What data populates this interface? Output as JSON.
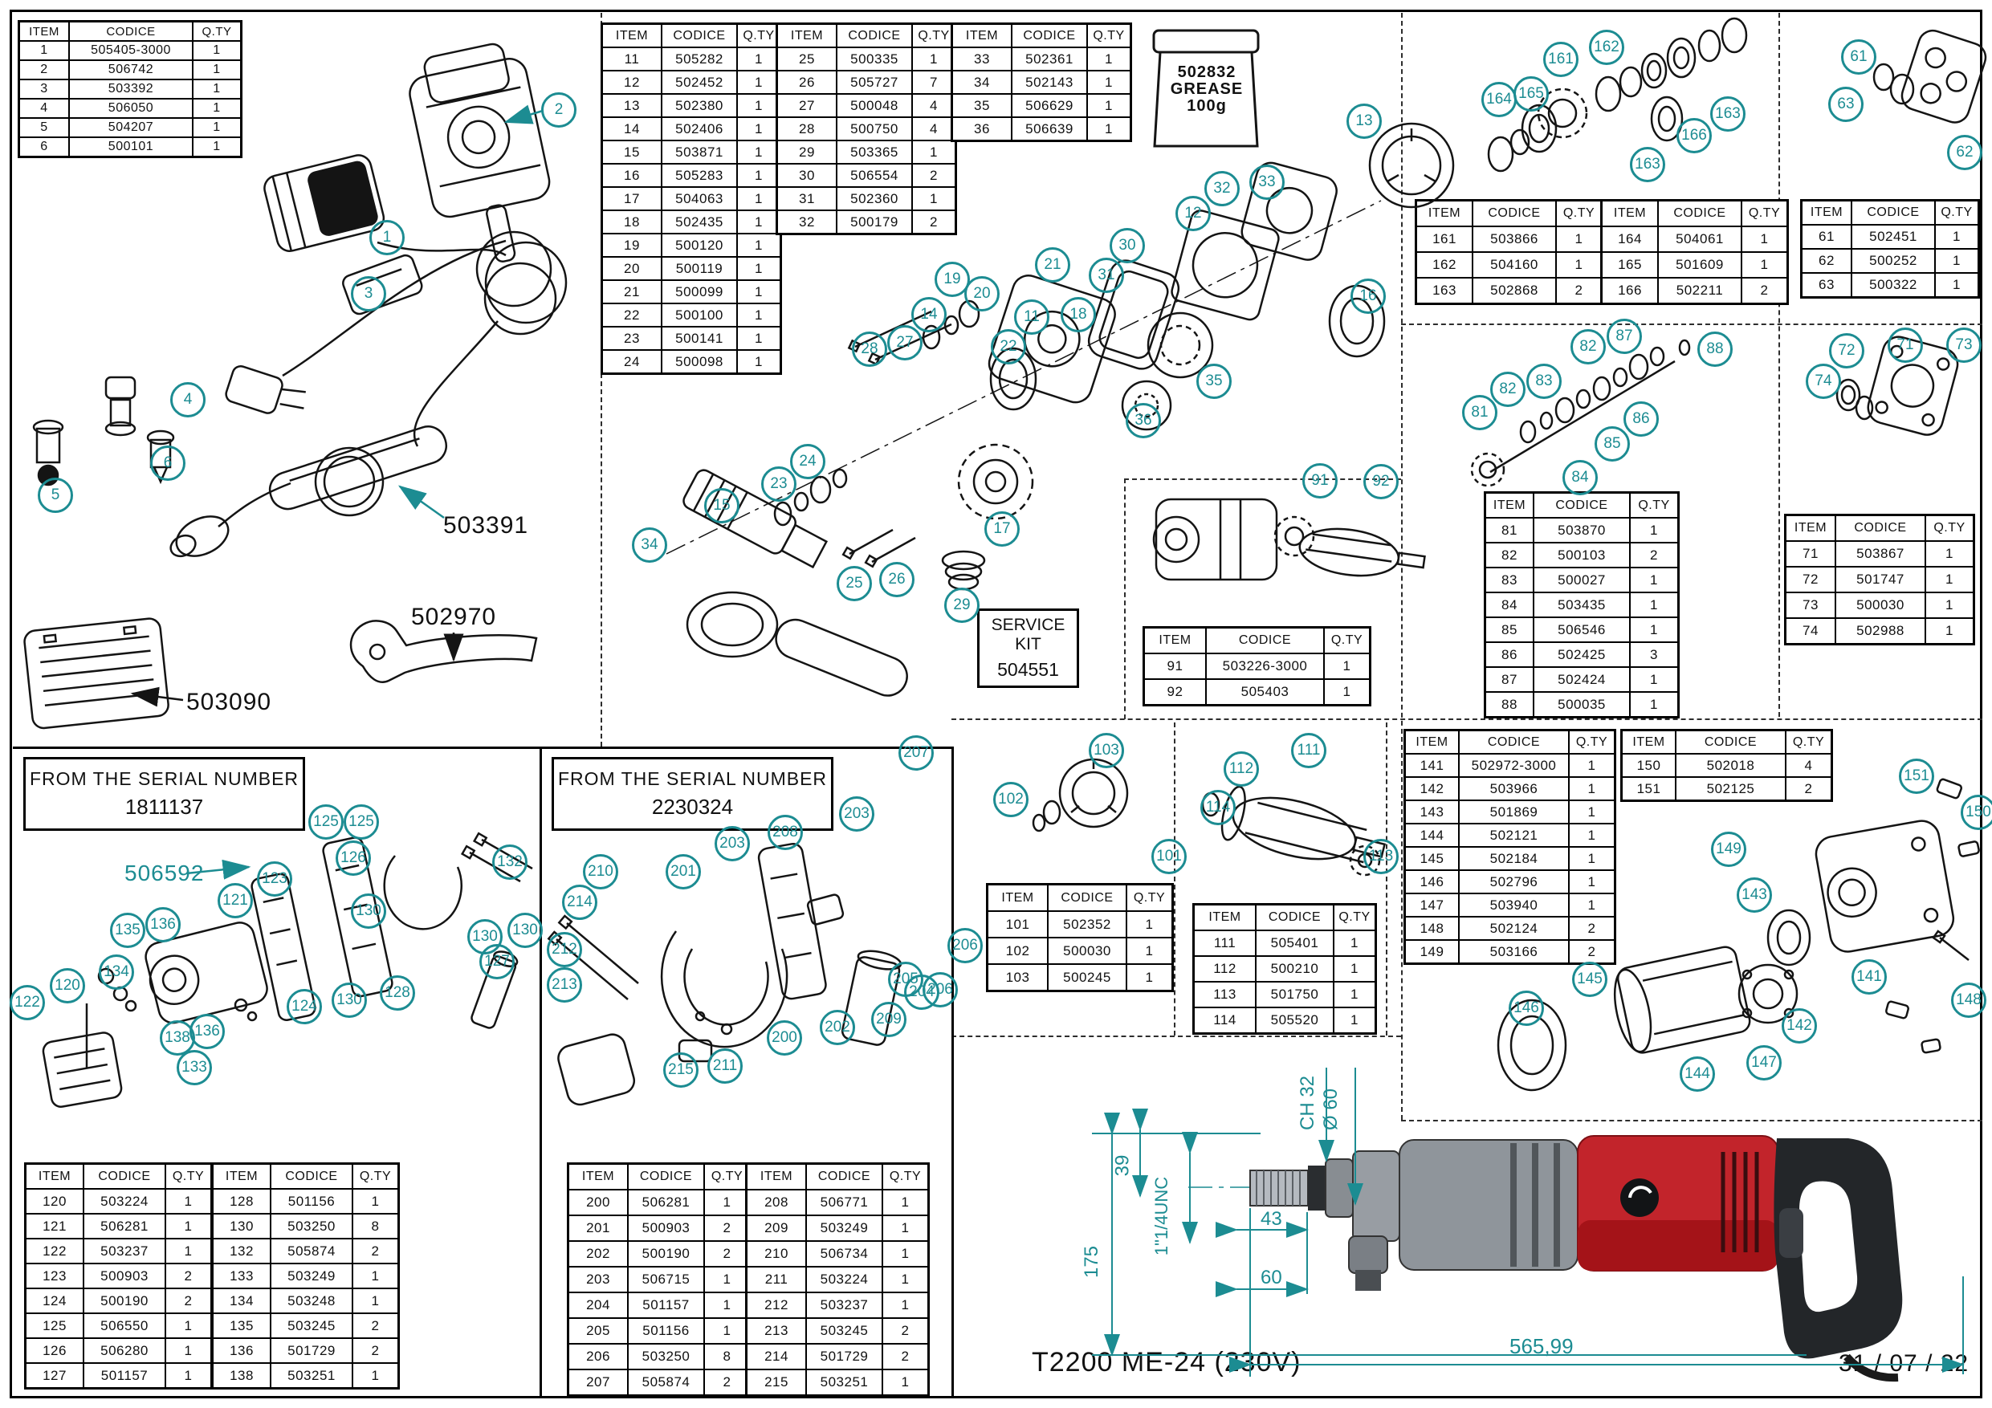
{
  "doc": {
    "model": "T2200 ME-24 (230V)",
    "date": "31 / 07 / 22",
    "accent_color": "#1c8c92",
    "line_color": "#141414"
  },
  "table_header": [
    "ITEM",
    "CODICE",
    "Q.TY"
  ],
  "tables": {
    "t1_6": [
      [
        "1",
        "505405-3000",
        "1"
      ],
      [
        "2",
        "506742",
        "1"
      ],
      [
        "3",
        "503392",
        "1"
      ],
      [
        "4",
        "506050",
        "1"
      ],
      [
        "5",
        "504207",
        "1"
      ],
      [
        "6",
        "500101",
        "1"
      ]
    ],
    "t11_24": [
      [
        "11",
        "505282",
        "1"
      ],
      [
        "12",
        "502452",
        "1"
      ],
      [
        "13",
        "502380",
        "1"
      ],
      [
        "14",
        "502406",
        "1"
      ],
      [
        "15",
        "503871",
        "1"
      ],
      [
        "16",
        "505283",
        "1"
      ],
      [
        "17",
        "504063",
        "1"
      ],
      [
        "18",
        "502435",
        "1"
      ],
      [
        "19",
        "500120",
        "1"
      ],
      [
        "20",
        "500119",
        "1"
      ],
      [
        "21",
        "500099",
        "1"
      ],
      [
        "22",
        "500100",
        "1"
      ],
      [
        "23",
        "500141",
        "1"
      ],
      [
        "24",
        "500098",
        "1"
      ]
    ],
    "t25_32": [
      [
        "25",
        "500335",
        "1"
      ],
      [
        "26",
        "505727",
        "7"
      ],
      [
        "27",
        "500048",
        "4"
      ],
      [
        "28",
        "500750",
        "4"
      ],
      [
        "29",
        "503365",
        "1"
      ],
      [
        "30",
        "506554",
        "2"
      ],
      [
        "31",
        "502360",
        "1"
      ],
      [
        "32",
        "500179",
        "2"
      ]
    ],
    "t33_36": [
      [
        "33",
        "502361",
        "1"
      ],
      [
        "34",
        "502143",
        "1"
      ],
      [
        "35",
        "506629",
        "1"
      ],
      [
        "36",
        "506639",
        "1"
      ]
    ],
    "t161_163": [
      [
        "161",
        "503866",
        "1"
      ],
      [
        "162",
        "504160",
        "1"
      ],
      [
        "163",
        "502868",
        "2"
      ]
    ],
    "t164_166": [
      [
        "164",
        "504061",
        "1"
      ],
      [
        "165",
        "501609",
        "1"
      ],
      [
        "166",
        "502211",
        "2"
      ]
    ],
    "t61_63": [
      [
        "61",
        "502451",
        "1"
      ],
      [
        "62",
        "500252",
        "1"
      ],
      [
        "63",
        "500322",
        "1"
      ]
    ],
    "t81_88": [
      [
        "81",
        "503870",
        "1"
      ],
      [
        "82",
        "500103",
        "2"
      ],
      [
        "83",
        "500027",
        "1"
      ],
      [
        "84",
        "503435",
        "1"
      ],
      [
        "85",
        "506546",
        "1"
      ],
      [
        "86",
        "502425",
        "3"
      ],
      [
        "87",
        "502424",
        "1"
      ],
      [
        "88",
        "500035",
        "1"
      ]
    ],
    "t71_74": [
      [
        "71",
        "503867",
        "1"
      ],
      [
        "72",
        "501747",
        "1"
      ],
      [
        "73",
        "500030",
        "1"
      ],
      [
        "74",
        "502988",
        "1"
      ]
    ],
    "t91_92": [
      [
        "91",
        "503226-3000",
        "1"
      ],
      [
        "92",
        "505403",
        "1"
      ]
    ],
    "t101_103": [
      [
        "101",
        "502352",
        "1"
      ],
      [
        "102",
        "500030",
        "1"
      ],
      [
        "103",
        "500245",
        "1"
      ]
    ],
    "t111_114": [
      [
        "111",
        "505401",
        "1"
      ],
      [
        "112",
        "500210",
        "1"
      ],
      [
        "113",
        "501750",
        "1"
      ],
      [
        "114",
        "505520",
        "1"
      ]
    ],
    "t141_149": [
      [
        "141",
        "502972-3000",
        "1"
      ],
      [
        "142",
        "503966",
        "1"
      ],
      [
        "143",
        "501869",
        "1"
      ],
      [
        "144",
        "502121",
        "1"
      ],
      [
        "145",
        "502184",
        "1"
      ],
      [
        "146",
        "502796",
        "1"
      ],
      [
        "147",
        "503940",
        "1"
      ],
      [
        "148",
        "502124",
        "2"
      ],
      [
        "149",
        "503166",
        "2"
      ]
    ],
    "t150_151": [
      [
        "150",
        "502018",
        "4"
      ],
      [
        "151",
        "502125",
        "2"
      ]
    ],
    "t120_127": [
      [
        "120",
        "503224",
        "1"
      ],
      [
        "121",
        "506281",
        "1"
      ],
      [
        "122",
        "503237",
        "1"
      ],
      [
        "123",
        "500903",
        "2"
      ],
      [
        "124",
        "500190",
        "2"
      ],
      [
        "125",
        "506550",
        "1"
      ],
      [
        "126",
        "506280",
        "1"
      ],
      [
        "127",
        "501157",
        "1"
      ]
    ],
    "t128_138": [
      [
        "128",
        "501156",
        "1"
      ],
      [
        "130",
        "503250",
        "8"
      ],
      [
        "132",
        "505874",
        "2"
      ],
      [
        "133",
        "503249",
        "1"
      ],
      [
        "134",
        "503248",
        "1"
      ],
      [
        "135",
        "503245",
        "2"
      ],
      [
        "136",
        "501729",
        "2"
      ],
      [
        "138",
        "503251",
        "1"
      ]
    ],
    "t200_207": [
      [
        "200",
        "506281",
        "1"
      ],
      [
        "201",
        "500903",
        "2"
      ],
      [
        "202",
        "500190",
        "2"
      ],
      [
        "203",
        "506715",
        "1"
      ],
      [
        "204",
        "501157",
        "1"
      ],
      [
        "205",
        "501156",
        "1"
      ],
      [
        "206",
        "503250",
        "8"
      ],
      [
        "207",
        "505874",
        "2"
      ]
    ],
    "t208_215": [
      [
        "208",
        "506771",
        "1"
      ],
      [
        "209",
        "503249",
        "1"
      ],
      [
        "210",
        "506734",
        "1"
      ],
      [
        "211",
        "503224",
        "1"
      ],
      [
        "212",
        "503237",
        "1"
      ],
      [
        "213",
        "503245",
        "2"
      ],
      [
        "214",
        "501729",
        "2"
      ],
      [
        "215",
        "503251",
        "1"
      ]
    ]
  },
  "labels": {
    "part_503391": "503391",
    "part_502970": "502970",
    "part_503090": "503090",
    "part_506592": "506592",
    "service_kit_line1": "SERVICE KIT",
    "service_kit_line2": "504551",
    "serial_title": "FROM THE SERIAL NUMBER",
    "serial_number_1": "1811137",
    "serial_number_2": "2230324",
    "grease_line1": "502832",
    "grease_line2": "GREASE",
    "grease_line3": "100g"
  },
  "dimensions": {
    "total_length": "565,99",
    "height": "175",
    "thread_length": "39",
    "thread_spec": "1\"1/4UNC",
    "len_43": "43",
    "len_60": "60",
    "hex": "CH 32",
    "diameter": "Ø 60"
  },
  "callouts": [
    [
      1,
      479,
      293
    ],
    [
      2,
      693,
      134
    ],
    [
      3,
      456,
      363
    ],
    [
      4,
      231,
      495
    ],
    [
      5,
      66,
      614
    ],
    [
      6,
      206,
      574
    ],
    [
      34,
      806,
      676
    ],
    [
      15,
      896,
      627
    ],
    [
      23,
      967,
      600
    ],
    [
      24,
      1003,
      572
    ],
    [
      25,
      1061,
      724
    ],
    [
      26,
      1114,
      719
    ],
    [
      28,
      1080,
      432
    ],
    [
      27,
      1124,
      424
    ],
    [
      14,
      1154,
      389
    ],
    [
      19,
      1183,
      345
    ],
    [
      20,
      1220,
      363
    ],
    [
      22,
      1253,
      429
    ],
    [
      11,
      1282,
      392
    ],
    [
      18,
      1340,
      389
    ],
    [
      21,
      1308,
      327
    ],
    [
      31,
      1375,
      340
    ],
    [
      17,
      1245,
      656
    ],
    [
      29,
      1195,
      751
    ],
    [
      30,
      1401,
      303
    ],
    [
      32,
      1519,
      232
    ],
    [
      33,
      1575,
      224
    ],
    [
      12,
      1483,
      263
    ],
    [
      13,
      1696,
      148
    ],
    [
      16,
      1701,
      366
    ],
    [
      35,
      1509,
      472
    ],
    [
      36,
      1421,
      521
    ],
    [
      91,
      1641,
      596
    ],
    [
      92,
      1717,
      597
    ],
    [
      164,
      1864,
      121
    ],
    [
      165,
      1904,
      114
    ],
    [
      161,
      1941,
      71
    ],
    [
      162,
      1998,
      56
    ],
    [
      163,
      2049,
      202
    ],
    [
      163,
      2149,
      139
    ],
    [
      166,
      2107,
      166
    ],
    [
      61,
      2312,
      68
    ],
    [
      63,
      2296,
      127
    ],
    [
      62,
      2444,
      187
    ],
    [
      81,
      1840,
      511
    ],
    [
      82,
      1875,
      482
    ],
    [
      83,
      1920,
      472
    ],
    [
      82,
      1975,
      429
    ],
    [
      87,
      2020,
      416
    ],
    [
      84,
      1965,
      592
    ],
    [
      85,
      2005,
      550
    ],
    [
      86,
      2041,
      519
    ],
    [
      88,
      2133,
      432
    ],
    [
      74,
      2268,
      472
    ],
    [
      72,
      2297,
      434
    ],
    [
      71,
      2370,
      427
    ],
    [
      73,
      2443,
      427
    ],
    [
      102,
      1256,
      993
    ],
    [
      103,
      1375,
      932
    ],
    [
      101,
      1453,
      1064
    ],
    [
      112,
      1543,
      955
    ],
    [
      114,
      1514,
      1003
    ],
    [
      111,
      1627,
      932
    ],
    [
      113,
      1717,
      1064
    ],
    [
      151,
      2384,
      964
    ],
    [
      150,
      2461,
      1009
    ],
    [
      149,
      2150,
      1055
    ],
    [
      143,
      2182,
      1112
    ],
    [
      141,
      2325,
      1214
    ],
    [
      145,
      1977,
      1217
    ],
    [
      146,
      1898,
      1253
    ],
    [
      144,
      2111,
      1335
    ],
    [
      142,
      2238,
      1275
    ],
    [
      147,
      2194,
      1321
    ],
    [
      148,
      2449,
      1243
    ],
    [
      122,
      31,
      1246
    ],
    [
      120,
      81,
      1225
    ],
    [
      134,
      142,
      1208
    ],
    [
      135,
      156,
      1156
    ],
    [
      136,
      200,
      1149
    ],
    [
      121,
      290,
      1119
    ],
    [
      123,
      339,
      1092
    ],
    [
      125,
      403,
      1021
    ],
    [
      125,
      447,
      1021
    ],
    [
      126,
      437,
      1066
    ],
    [
      130,
      456,
      1132
    ],
    [
      132,
      632,
      1071
    ],
    [
      130,
      601,
      1164
    ],
    [
      130,
      651,
      1156
    ],
    [
      127,
      616,
      1195
    ],
    [
      124,
      376,
      1251
    ],
    [
      130,
      432,
      1243
    ],
    [
      128,
      492,
      1234
    ],
    [
      138,
      218,
      1290
    ],
    [
      136,
      255,
      1282
    ],
    [
      133,
      239,
      1327
    ],
    [
      212,
      700,
      1180
    ],
    [
      214,
      719,
      1121
    ],
    [
      210,
      745,
      1083
    ],
    [
      213,
      700,
      1224
    ],
    [
      201,
      848,
      1083
    ],
    [
      203,
      909,
      1048
    ],
    [
      208,
      975,
      1034
    ],
    [
      203,
      1064,
      1011
    ],
    [
      207,
      1138,
      935
    ],
    [
      206,
      1199,
      1175
    ],
    [
      206,
      1168,
      1230
    ],
    [
      205,
      1125,
      1217
    ],
    [
      204,
      1145,
      1233
    ],
    [
      209,
      1104,
      1267
    ],
    [
      202,
      1040,
      1277
    ],
    [
      200,
      974,
      1290
    ],
    [
      211,
      900,
      1325
    ],
    [
      215,
      845,
      1330
    ]
  ]
}
